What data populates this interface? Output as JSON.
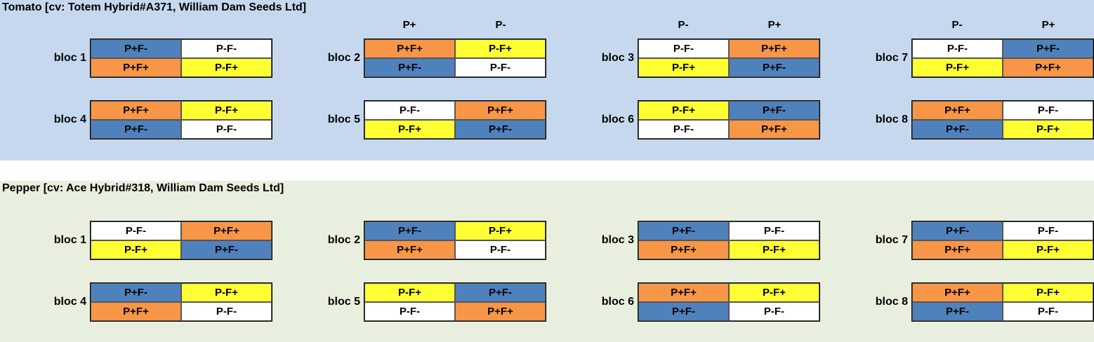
{
  "colors": {
    "P+F-": "#4f81bd",
    "P+F+": "#f79646",
    "P-F+": "#ffff33",
    "P-F-": "#ffffff"
  },
  "panels": [
    {
      "title": "Tomato [cv: Totem Hybrid#A371, William Dam Seeds Ltd]",
      "column_headers": [
        {
          "col": 1,
          "labels": [
            "P+",
            "P-"
          ]
        },
        {
          "col": 2,
          "labels": [
            "P-",
            "P+"
          ]
        },
        {
          "col": 3,
          "labels": [
            "P-",
            "P+"
          ]
        }
      ],
      "blocs": [
        {
          "label": "bloc 1",
          "cells": [
            "P+F-",
            "P-F-",
            "P+F+",
            "P-F+"
          ]
        },
        {
          "label": "bloc 2",
          "cells": [
            "P+F+",
            "P-F+",
            "P+F-",
            "P-F-"
          ]
        },
        {
          "label": "bloc 3",
          "cells": [
            "P-F-",
            "P+F+",
            "P-F+",
            "P+F-"
          ]
        },
        {
          "label": "bloc 7",
          "cells": [
            "P-F-",
            "P+F-",
            "P-F+",
            "P+F+"
          ]
        },
        {
          "label": "bloc 4",
          "cells": [
            "P+F+",
            "P-F+",
            "P+F-",
            "P-F-"
          ]
        },
        {
          "label": "bloc 5",
          "cells": [
            "P-F-",
            "P+F+",
            "P-F+",
            "P+F-"
          ]
        },
        {
          "label": "bloc 6",
          "cells": [
            "P-F+",
            "P+F-",
            "P-F-",
            "P+F+"
          ]
        },
        {
          "label": "bloc 8",
          "cells": [
            "P+F+",
            "P-F-",
            "P+F-",
            "P-F+"
          ]
        }
      ]
    },
    {
      "title": "Pepper [cv: Ace Hybrid#318, William Dam Seeds Ltd]",
      "column_headers": [],
      "blocs": [
        {
          "label": "bloc 1",
          "cells": [
            "P-F-",
            "P+F+",
            "P-F+",
            "P+F-"
          ]
        },
        {
          "label": "bloc 2",
          "cells": [
            "P+F-",
            "P-F+",
            "P+F+",
            "P-F-"
          ]
        },
        {
          "label": "bloc 3",
          "cells": [
            "P+F-",
            "P-F-",
            "P+F+",
            "P-F+"
          ]
        },
        {
          "label": "bloc 7",
          "cells": [
            "P+F-",
            "P-F-",
            "P+F+",
            "P-F+"
          ]
        },
        {
          "label": "bloc 4",
          "cells": [
            "P+F-",
            "P-F+",
            "P+F+",
            "P-F-"
          ]
        },
        {
          "label": "bloc 5",
          "cells": [
            "P-F+",
            "P+F-",
            "P-F-",
            "P+F+"
          ]
        },
        {
          "label": "bloc 6",
          "cells": [
            "P+F+",
            "P-F+",
            "P+F-",
            "P-F-"
          ]
        },
        {
          "label": "bloc 8",
          "cells": [
            "P+F+",
            "P-F+",
            "P+F-",
            "P-F-"
          ]
        }
      ]
    }
  ]
}
